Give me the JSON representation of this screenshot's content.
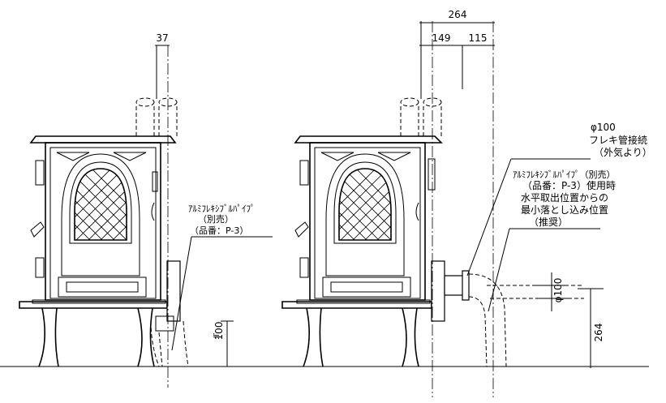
{
  "dimensions": {
    "left_offset": "37",
    "total_width": "264",
    "width_a": "149",
    "width_b": "115",
    "height_100": "100",
    "height_264": "264",
    "pipe_dia": "φ100"
  },
  "labels": {
    "left_pipe": [
      "ｱﾙﾐﾌﾚｷｼﾌﾞﾙﾊﾟｲﾌﾟ",
      "（別売）",
      "（品番：P-3）"
    ],
    "right_connect": [
      "φ100",
      "フレキ管接続",
      "（外気より）"
    ],
    "right_pipe": [
      "ｱﾙﾐﾌﾚｷｼﾌﾞﾙﾊﾟｲﾌﾟ（別売）",
      "（品番：P-3）使用時",
      "水平取出位置からの",
      "最小落とし込み位置",
      "（推奨）"
    ]
  }
}
